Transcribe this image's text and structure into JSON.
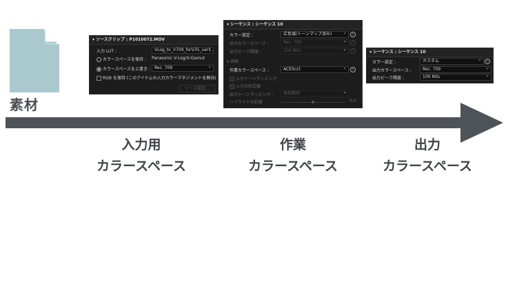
{
  "material": {
    "label": "素材"
  },
  "colors": {
    "file_icon": "#a9c9ce",
    "arrow": "#4e5358",
    "stage_text": "#3f4246"
  },
  "stages": [
    {
      "line1": "入力用",
      "line2": "カラースペース"
    },
    {
      "line1": "作業",
      "line2": "カラースペース"
    },
    {
      "line1": "出力",
      "line2": "カラースペース"
    }
  ],
  "source_panel": {
    "title": "ソースクリップ : P1010072.MOV",
    "input_lut_label": "入力 LUT :",
    "input_lut_value": "VLog_to_V709_forV35_ver1...",
    "preserve_label": "カラースペースを保持 :",
    "preserve_value": "Panasonic V-Log/V-Gamut",
    "override_label": "カラースペースを上書き :",
    "override_value": "Rec. 709",
    "rgb_label": "RGB を保持 (このアイテムの入力カラーマネジメントを無効に...",
    "settings_button": "ソース設定..."
  },
  "sequence_panel": {
    "title": "シーケンス : シーケンス 10",
    "color_setting_label": "カラー設定 :",
    "color_setting_value": "広色域(トーンマップ済み)",
    "output_cs_label": "出力カラースペース :",
    "output_cs_value": "Rec. 709",
    "output_peak_label": "出力ピーク輝度 :",
    "output_peak_value": "100 Nits",
    "work_section": "詳細",
    "work_cs_label": "作業カラースペース :",
    "work_cs_value": "ACEScct",
    "input_tonemap": "入力トーンマッピング",
    "input_wide": "入力の彩広縮",
    "output_tonemap_label": "出力トーンマッピング :",
    "output_tonemap_value": "色相保持",
    "highlight_label": "ハイライトの彩度",
    "highlight_value": "0.0"
  },
  "output_panel": {
    "title": "シーケンス : シーケンス 10",
    "color_setting_label": "カラー設定 :",
    "color_setting_value": "カスタム",
    "output_cs_label": "出力カラースペース :",
    "output_cs_value": "Rec. 709",
    "output_peak_label": "出力ピーク輝度 :",
    "output_peak_value": "100 Nits"
  }
}
